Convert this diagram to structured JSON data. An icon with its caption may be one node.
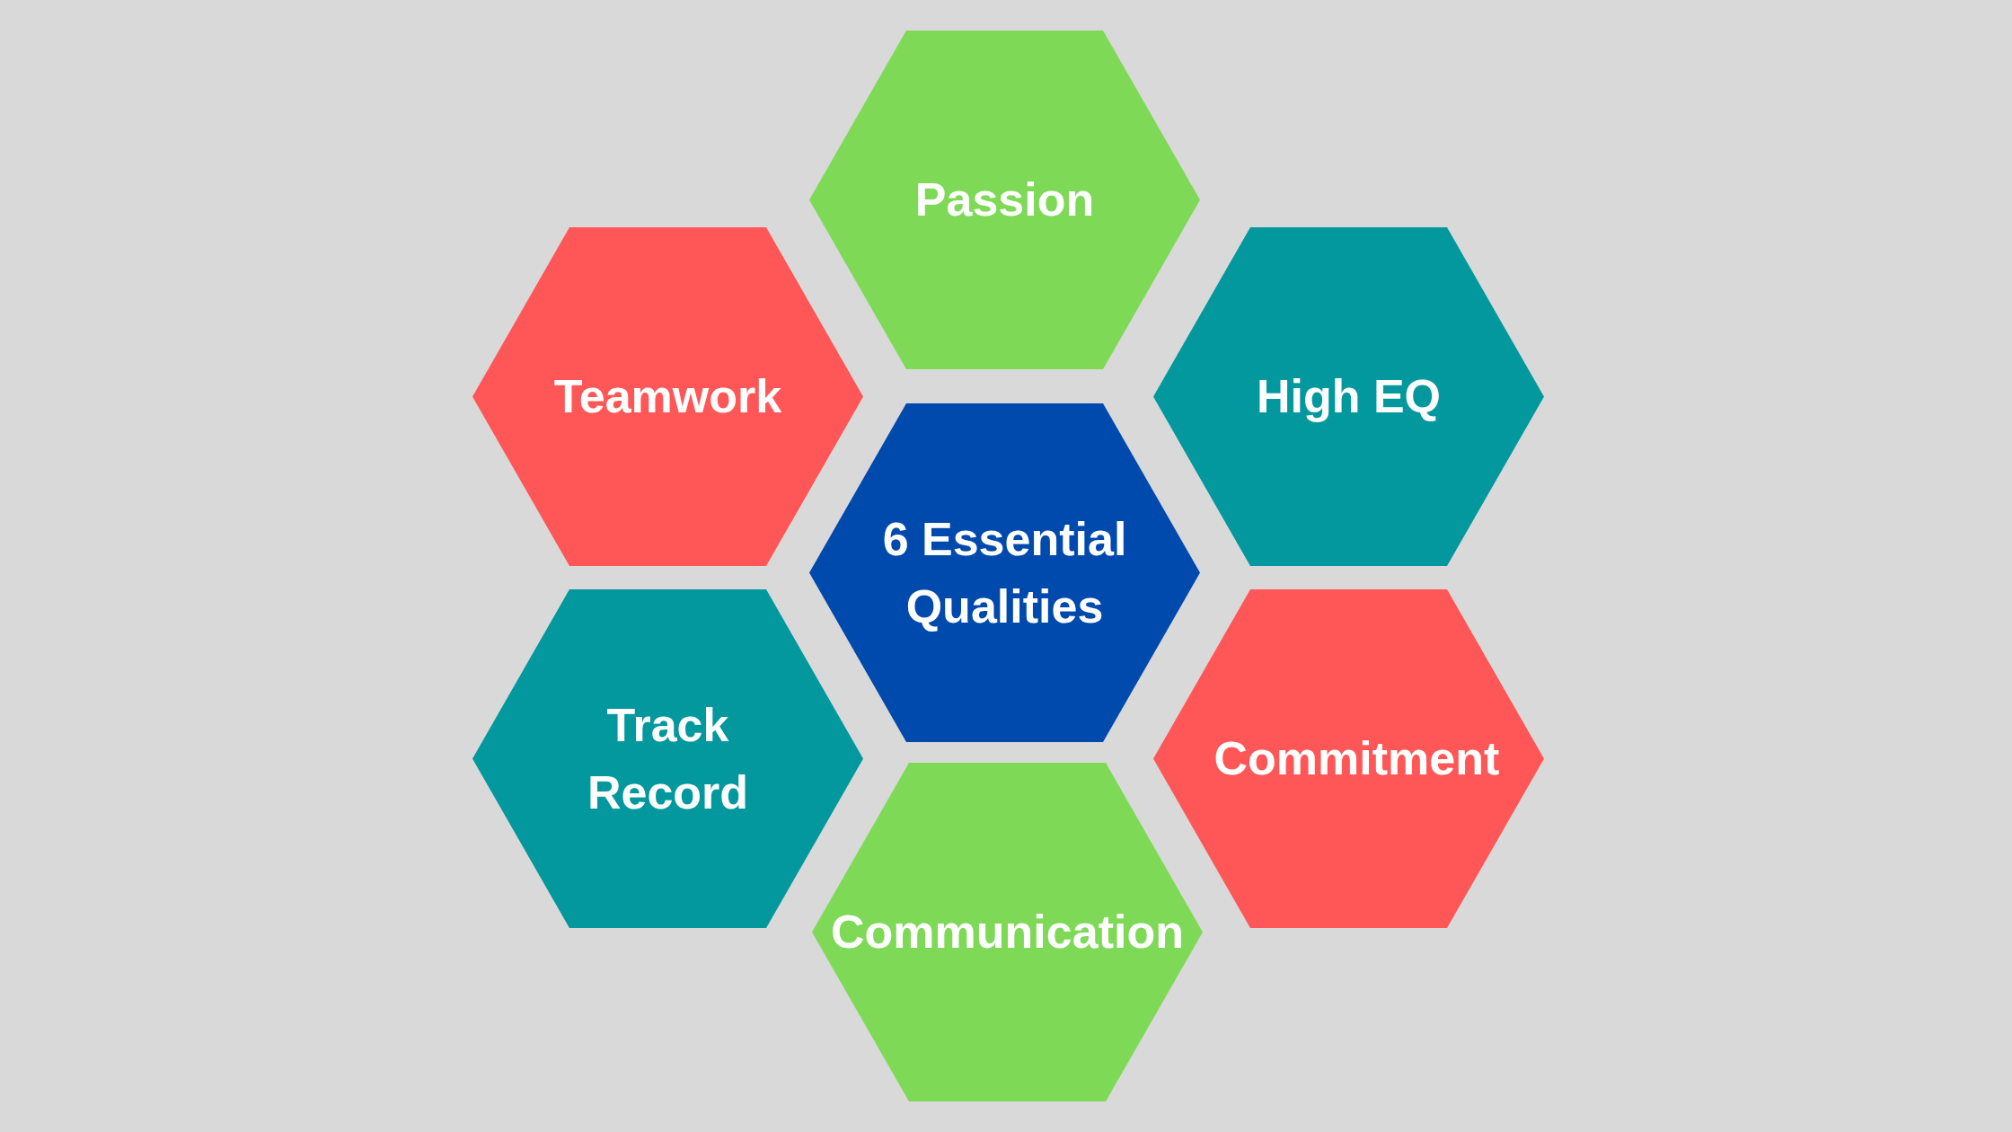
{
  "diagram": {
    "nodes": [
      {
        "text": [
          "Passion"
        ]
      },
      {
        "text": [
          "Teamwork"
        ]
      },
      {
        "text": [
          "High EQ"
        ]
      },
      {
        "text": [
          "6 Essential Qualities"
        ]
      },
      {
        "text": [
          "Track Record"
        ]
      },
      {
        "text": [
          "Commitment"
        ]
      },
      {
        "text": [
          "Communication"
        ]
      }
    ]
  }
}
